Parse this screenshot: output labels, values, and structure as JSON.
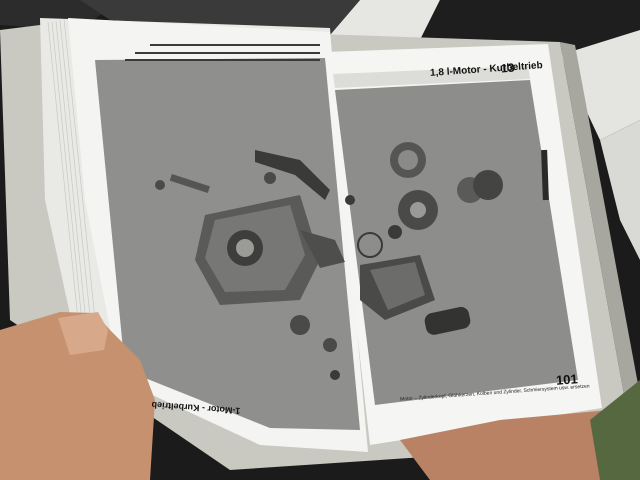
{
  "scene": {
    "colors": {
      "background": "#1a1a1a",
      "floor_light": "#e7e7e3",
      "paper": "#f3f3f1",
      "diagram_gray": "#8e8e8c",
      "binder": "#c7c6c0",
      "skin": "#c89478"
    }
  },
  "book": {
    "right_page": {
      "header": "1,8 l-Motor - Kurbeltrieb",
      "page_marker": "13",
      "page_number": "101",
      "footer": "Motor – Zylinderkopf, Glühkerzen, Kolben und Zylinder, Schmiersystem usw. ersetzen"
    },
    "left_page": {
      "running_footer": "1-Motor - Kurbeltrieb"
    }
  }
}
